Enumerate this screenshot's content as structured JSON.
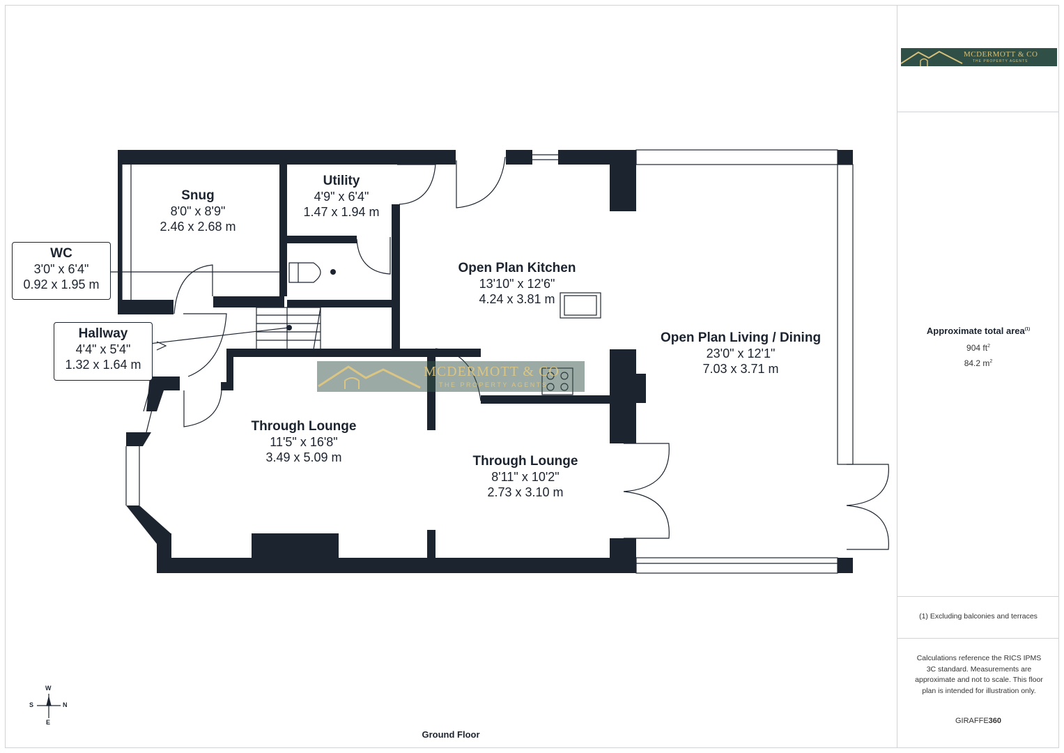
{
  "brand": {
    "logo_name": "MCDERMOTT & CO",
    "logo_tagline": "THE PROPERTY AGENTS",
    "software": "GIRAFFE",
    "software_num": "360"
  },
  "area": {
    "title": "Approximate total area",
    "note_marker": "(1)",
    "sqft": "904 ft",
    "sqm": "84.2 m",
    "exp": "2"
  },
  "footnote": "(1) Excluding balconies and terraces",
  "disclaimer": "Calculations reference the RICS IPMS 3C standard. Measurements are approximate and not to scale. This floor plan is intended for illustration only.",
  "floor_name": "Ground Floor",
  "compass": {
    "north": "N",
    "south": "S",
    "east": "E",
    "west": "W"
  },
  "rooms": {
    "snug": {
      "name": "Snug",
      "imperial": "8'0\" x 8'9\"",
      "metric": "2.46 x 2.68 m"
    },
    "utility": {
      "name": "Utility",
      "imperial": "4'9\" x 6'4\"",
      "metric": "1.47 x 1.94 m"
    },
    "wc": {
      "name": "WC",
      "imperial": "3'0\" x 6'4\"",
      "metric": "0.92 x 1.95 m"
    },
    "hallway": {
      "name": "Hallway",
      "imperial": "4'4\" x 5'4\"",
      "metric": "1.32 x 1.64 m"
    },
    "kitchen": {
      "name": "Open Plan Kitchen",
      "imperial": "13'10\" x 12'6\"",
      "metric": "4.24 x 3.81 m"
    },
    "living": {
      "name": "Open Plan Living / Dining",
      "imperial": "23'0\" x 12'1\"",
      "metric": "7.03 x 3.71 m"
    },
    "lounge1": {
      "name": "Through Lounge",
      "imperial": "11'5\" x 16'8\"",
      "metric": "3.49 x 5.09 m"
    },
    "lounge2": {
      "name": "Through Lounge",
      "imperial": "8'11\" x 10'2\"",
      "metric": "2.73 x 3.10 m"
    }
  },
  "colors": {
    "wall": "#1c2430",
    "logo_bg": "#2f4f47",
    "logo_text": "#d7c07a"
  }
}
